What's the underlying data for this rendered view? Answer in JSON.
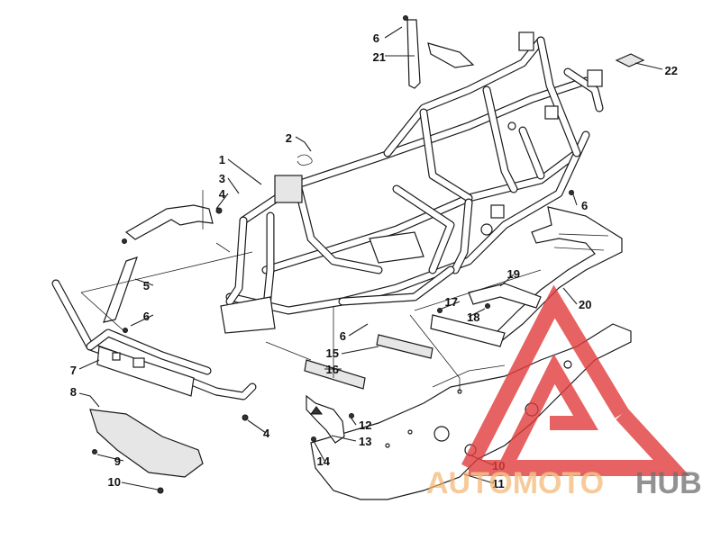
{
  "callouts": [
    {
      "id": "c1",
      "text": "1"
    },
    {
      "id": "c2",
      "text": "2"
    },
    {
      "id": "c3",
      "text": "3"
    },
    {
      "id": "c4a",
      "text": "4"
    },
    {
      "id": "c4b",
      "text": "4"
    },
    {
      "id": "c5",
      "text": "5"
    },
    {
      "id": "c6a",
      "text": "6"
    },
    {
      "id": "c6b",
      "text": "6"
    },
    {
      "id": "c6c",
      "text": "6"
    },
    {
      "id": "c6d",
      "text": "6"
    },
    {
      "id": "c7",
      "text": "7"
    },
    {
      "id": "c8",
      "text": "8"
    },
    {
      "id": "c9",
      "text": "9"
    },
    {
      "id": "c10a",
      "text": "10"
    },
    {
      "id": "c10b",
      "text": "10"
    },
    {
      "id": "c11",
      "text": "11"
    },
    {
      "id": "c12",
      "text": "12"
    },
    {
      "id": "c13",
      "text": "13"
    },
    {
      "id": "c14",
      "text": "14"
    },
    {
      "id": "c15",
      "text": "15"
    },
    {
      "id": "c16",
      "text": "16"
    },
    {
      "id": "c17",
      "text": "17"
    },
    {
      "id": "c18",
      "text": "18"
    },
    {
      "id": "c19",
      "text": "19"
    },
    {
      "id": "c20",
      "text": "20"
    },
    {
      "id": "c21",
      "text": "21"
    },
    {
      "id": "c22",
      "text": "22"
    }
  ],
  "watermark": {
    "brand_part1": "AUTOMOTO",
    "brand_part2": "HUB",
    "triangle_color": "#e23b3b",
    "text_color_1": "#f3b26b",
    "text_color_2": "#4a4a4a"
  }
}
